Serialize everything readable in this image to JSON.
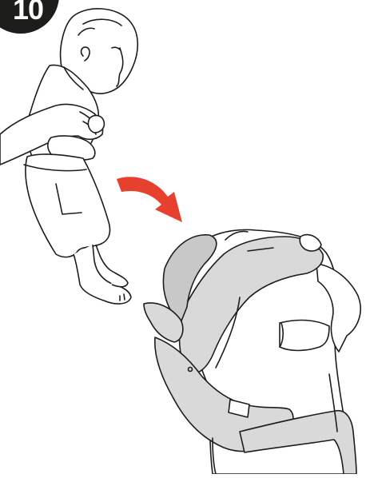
{
  "step": {
    "number": "10"
  },
  "colors": {
    "badge": "#1d1d1b",
    "arrow": "#e8402f",
    "carrier": "#d9d9d9",
    "line": "#1d1d1b"
  },
  "illustration": {
    "icons": [
      "baby-figure",
      "curved-arrow",
      "adult-wearing-carrier"
    ]
  }
}
